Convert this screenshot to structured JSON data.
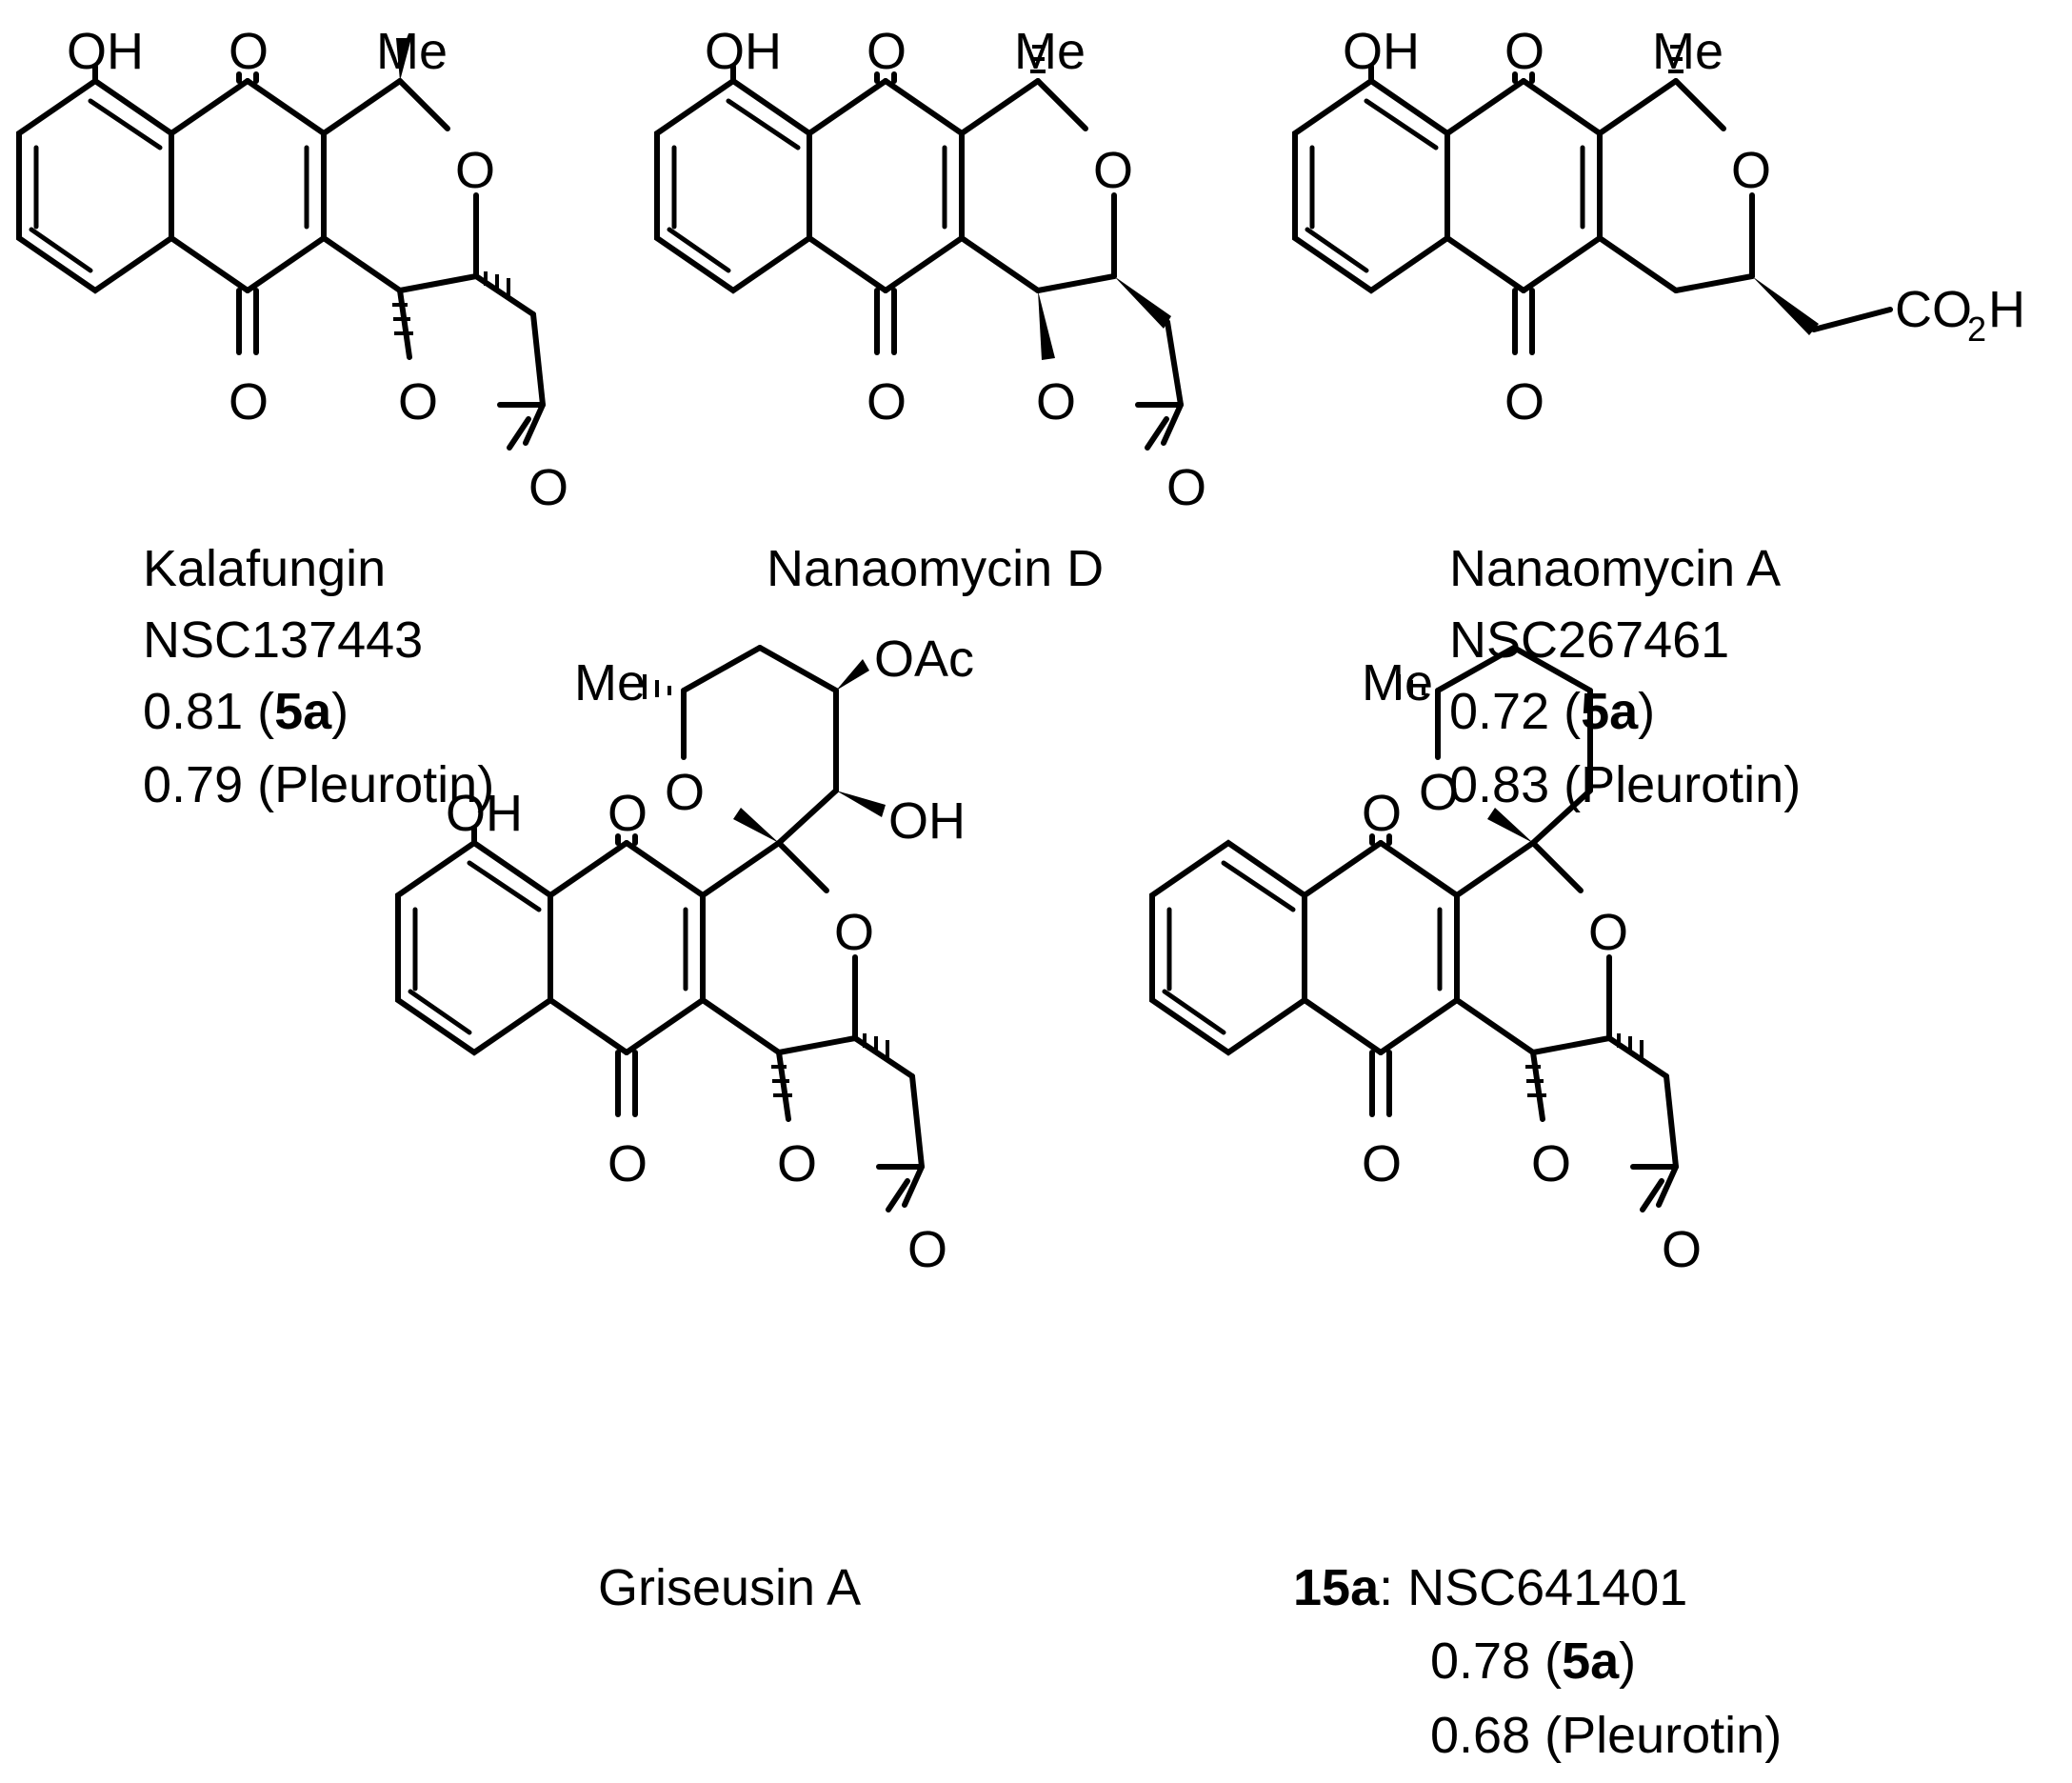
{
  "atoms": {
    "oh": "OH",
    "o": "O",
    "me": "Me",
    "oac": "OAc",
    "co2h_main": "CO",
    "co2h_sub": "2",
    "co2h_h": "H"
  },
  "compounds": [
    {
      "name": "Kalafungin",
      "nsc": "NSC137443",
      "score_5a_value": "0.81 (",
      "score_5a_bold": "5a",
      "score_5a_close": ")",
      "score_pleurotin": "0.79 (Pleurotin)"
    },
    {
      "name": "Nanaomycin D"
    },
    {
      "name": "Nanaomycin A",
      "nsc": "NSC267461",
      "score_5a_value": "0.72 (",
      "score_5a_bold": "5a",
      "score_5a_close": ")",
      "score_pleurotin": "0.83 (Pleurotin)"
    },
    {
      "name": "Griseusin A"
    },
    {
      "id_bold": "15a",
      "nsc": ": NSC641401",
      "score_5a_value": "0.78 (",
      "score_5a_bold": "5a",
      "score_5a_close": ")",
      "score_pleurotin": "0.68 (Pleurotin)"
    }
  ]
}
